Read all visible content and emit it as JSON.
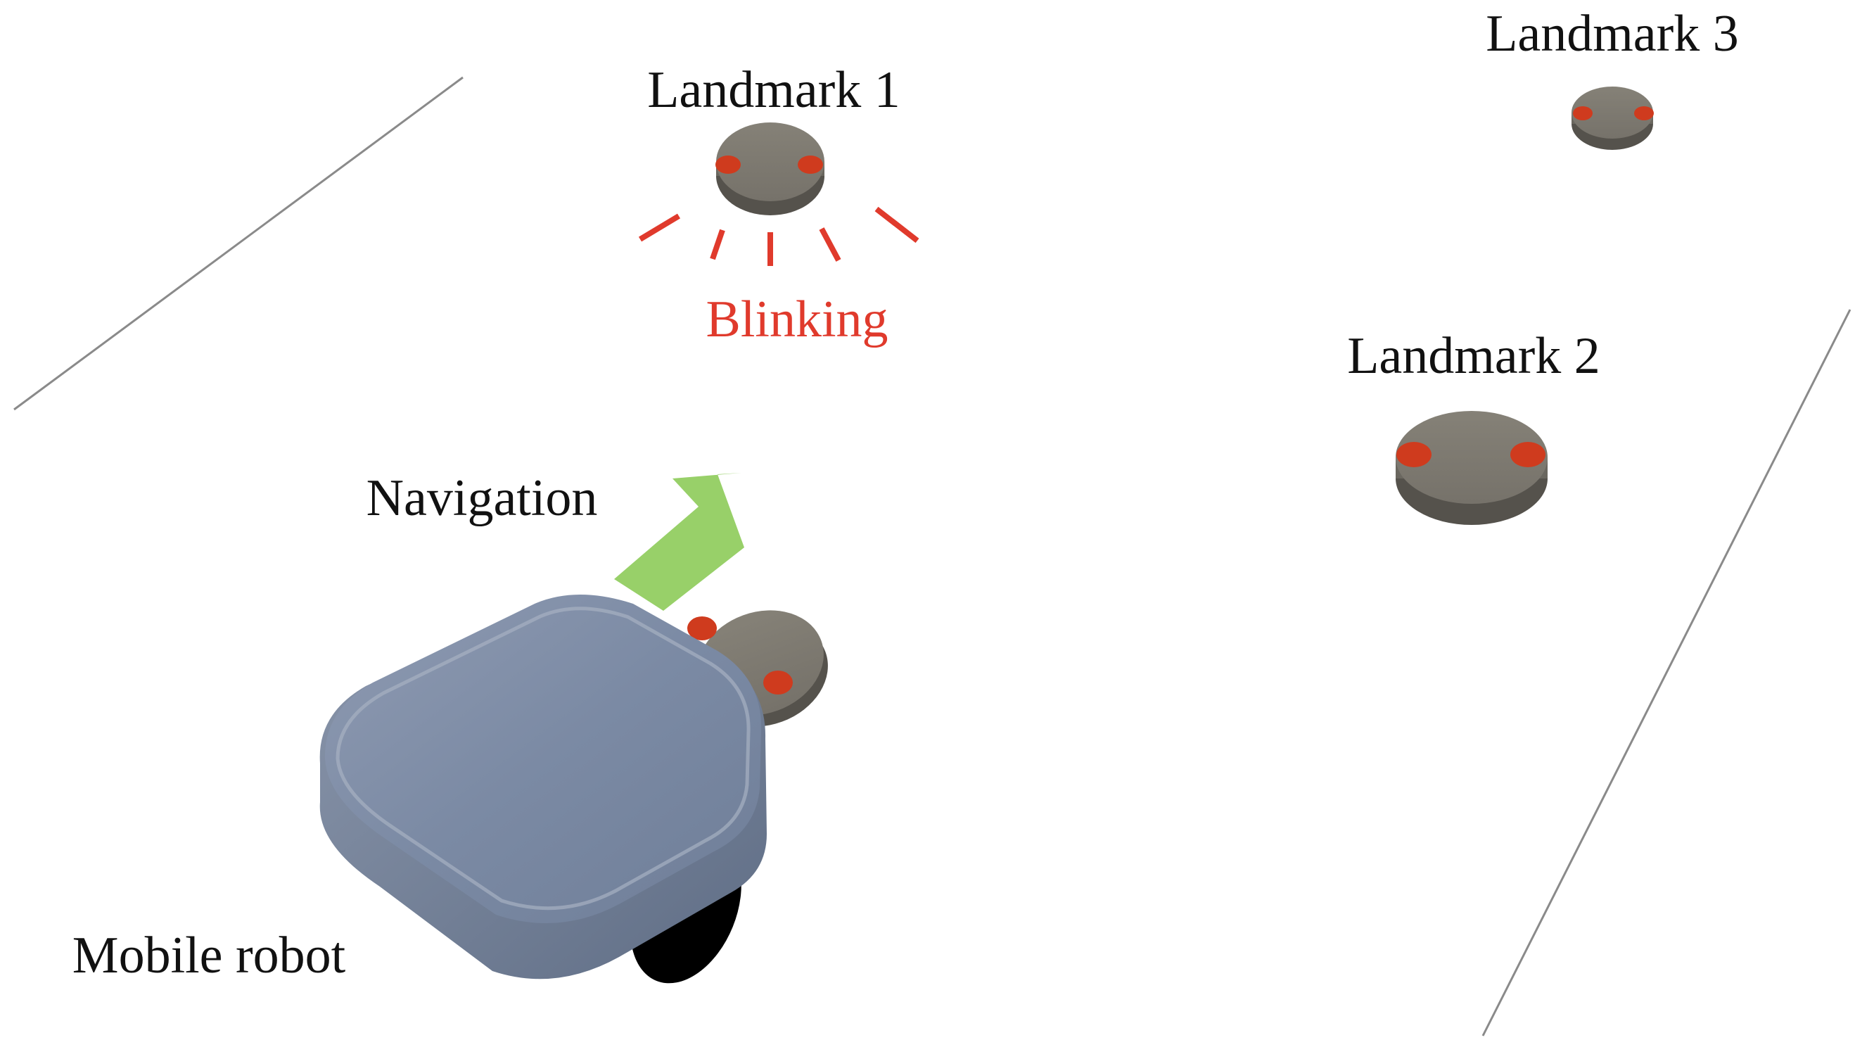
{
  "labels": {
    "landmark_1": "Landmark 1",
    "landmark_2": "Landmark 2",
    "landmark_3": "Landmark 3",
    "blinking": "Blinking",
    "navigation": "Navigation",
    "mobile_robot": "Mobile robot"
  },
  "colors": {
    "landmark_body": "#7d7970",
    "led": "#cf3b1e",
    "blink_accent": "#e03a2c",
    "arrow": "#98d069",
    "robot_body": "#7f8ea8",
    "wheel": "#000000",
    "floor_line": "#8a8a8a"
  },
  "icons": {
    "landmark": "landmark-disc-icon",
    "blink_rays": "blink-rays-icon",
    "arrow": "navigation-arrow-icon",
    "robot": "mobile-robot-icon"
  }
}
